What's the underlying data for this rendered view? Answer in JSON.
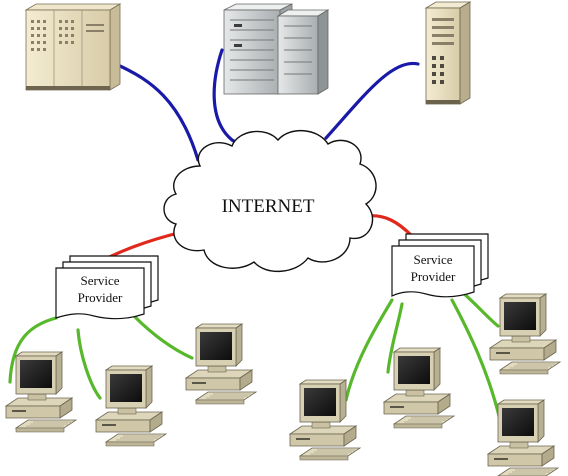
{
  "cloud": {
    "label": "INTERNET"
  },
  "providers": [
    {
      "line1": "Service",
      "line2": "Provider"
    },
    {
      "line1": "Service",
      "line2": "Provider"
    }
  ],
  "colors": {
    "server_links": "#1a1aa8",
    "provider_links": "#e0281c",
    "client_links": "#58b82c",
    "cloud_stroke": "#111111",
    "cloud_fill": "#ffffff"
  },
  "icons": {
    "servers": [
      "mainframe-cabinet-icon",
      "rack-server-icon",
      "tower-server-icon"
    ],
    "clients": [
      "desktop-computer-icon"
    ]
  }
}
